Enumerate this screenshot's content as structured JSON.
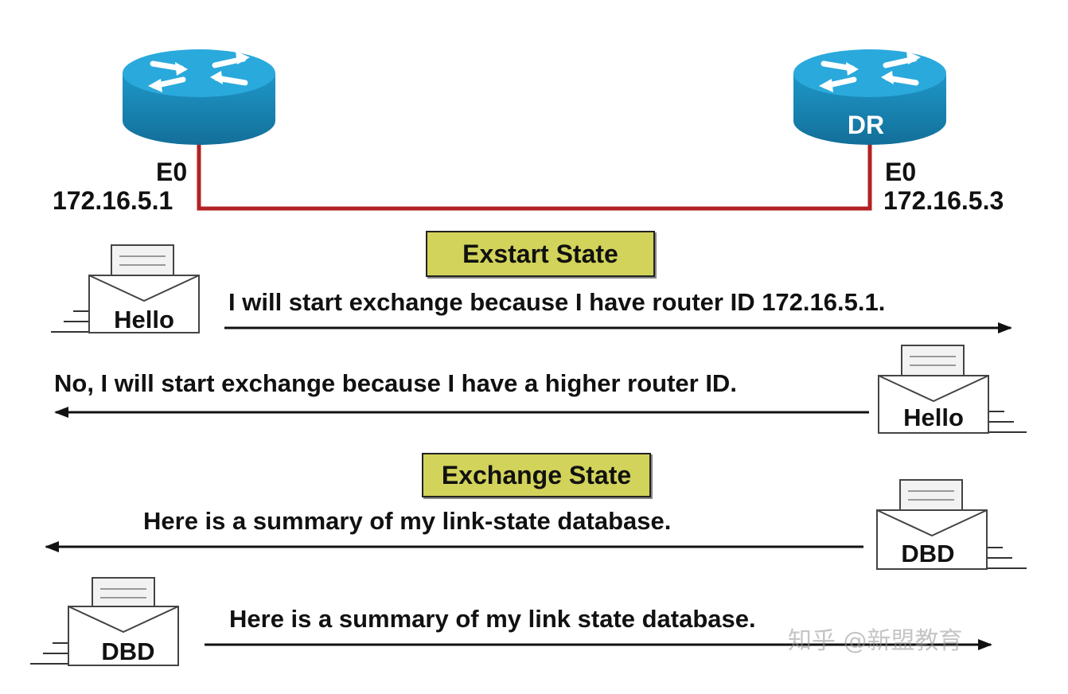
{
  "routers": {
    "left": {
      "interface": "E0",
      "ip": "172.16.5.1",
      "label": ""
    },
    "right": {
      "interface": "E0",
      "ip": "172.16.5.3",
      "label": "DR"
    }
  },
  "states": {
    "exstart": "Exstart State",
    "exchange": "Exchange State"
  },
  "messages": [
    {
      "text": "I will start exchange because I have router ID 172.16.5.1.",
      "direction": "right",
      "packet": "Hello"
    },
    {
      "text": "No, I will start exchange because I have a higher router ID.",
      "direction": "left",
      "packet": "Hello"
    },
    {
      "text": "Here is a summary of my link-state database.",
      "direction": "left",
      "packet": "DBD"
    },
    {
      "text": "Here is a summary of my link state database.",
      "direction": "right",
      "packet": "DBD"
    }
  ],
  "watermark": "知乎 @新盟教育",
  "colors": {
    "router_top": "#2aa9dc",
    "router_side": "#1a86b8",
    "link": "#b22222",
    "state_box": "#d2d35a"
  }
}
